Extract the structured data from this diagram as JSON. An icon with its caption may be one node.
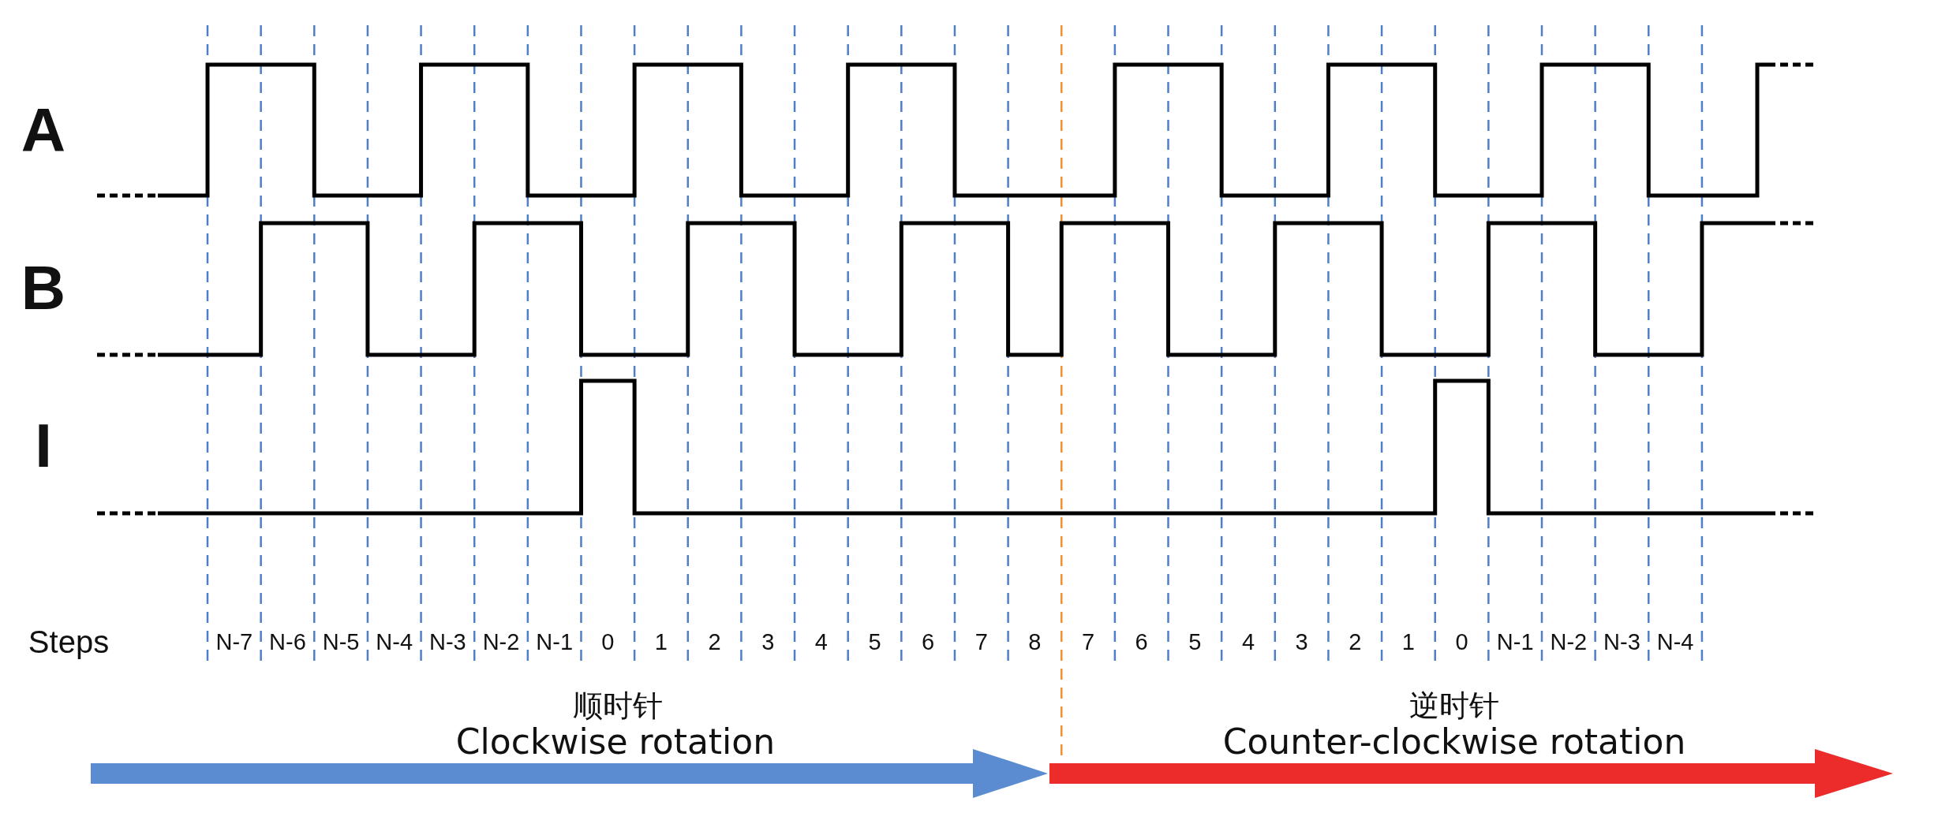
{
  "diagram": {
    "labels": [
      "A",
      "B",
      "I",
      "Steps",
      "N-7",
      "N-6",
      "N-5",
      "N-4",
      "N-3",
      "N-2",
      "N-1",
      "0",
      "1",
      "2",
      "3",
      "4",
      "5",
      "6",
      "7",
      "8",
      "7",
      "6",
      "5",
      "4",
      "3",
      "2",
      "1",
      "0",
      "N-1",
      "N-2",
      "N-3",
      "N-4",
      "顺时针",
      "Clockwise rotation",
      "逆时针",
      "Counter-clockwise rotation"
    ]
  }
}
